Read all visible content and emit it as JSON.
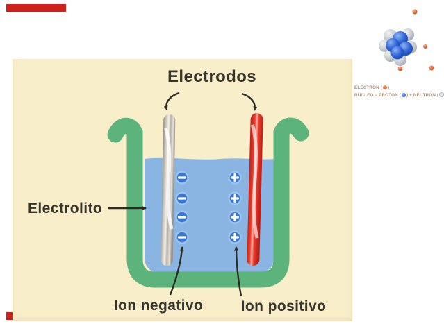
{
  "colors": {
    "accentRed": "#d0201a",
    "slideBg": "#f8eeca",
    "green": "#5cb47c",
    "liquid": "#8ab4e1",
    "ionBlue": "#3a76d2",
    "ionRing": "#9cc2ee",
    "text": "#35332b",
    "arrow": "#2b2a24",
    "caption": "#a5907a"
  },
  "diagram": {
    "title": "Electrodos",
    "electrolyte_label": "Electrolito",
    "negative_ion_label": "Ion negativo",
    "positive_ion_label": "Ion positivo",
    "negative_ion_symbol": "−",
    "positive_ion_symbol": "+",
    "negative_ion_count": 4,
    "positive_ion_count": 4,
    "left_electrode_color_name": "gray",
    "right_electrode_color_name": "red"
  },
  "legend": {
    "electron_pre": "ELECTRON (",
    "electron_post": ")",
    "nucleo_pre": "NUCLEO = PROTON (",
    "nucleo_mid": ") + NEUTRON (",
    "nucleo_post": ")"
  }
}
